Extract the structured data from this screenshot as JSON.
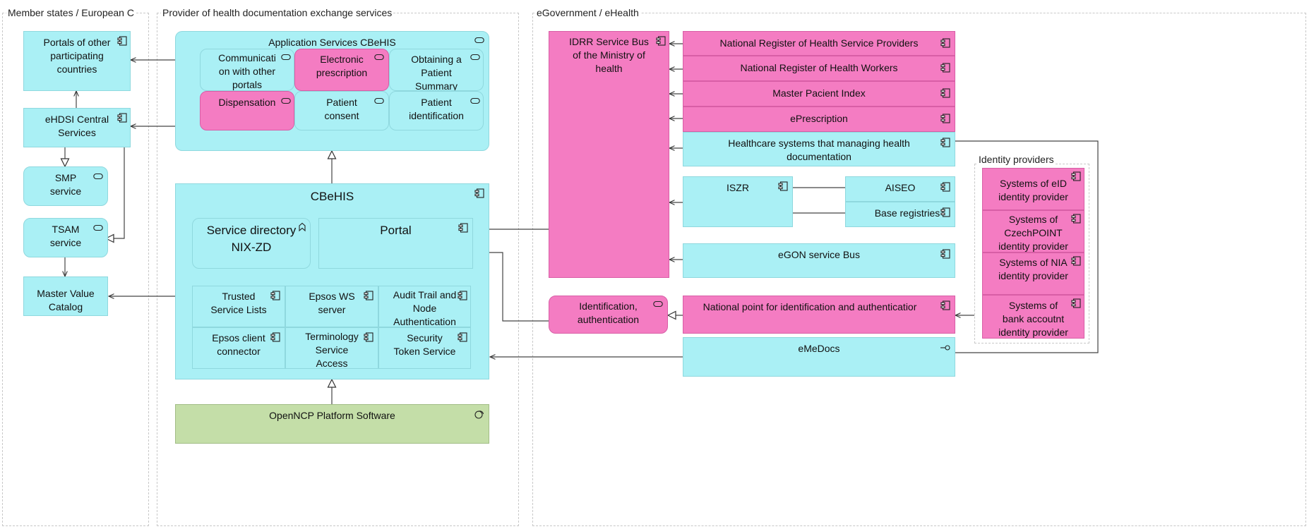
{
  "groups": {
    "member_states": "Member states / European C",
    "provider": "Provider of health documentation exchange services",
    "egov": "eGovernment / eHealth",
    "identity_providers": "Identity providers"
  },
  "member": {
    "portals": "Portals of other\nparticipating\ncountries",
    "ehdsi": "eHDSI Central\nServices",
    "smp": "SMP\nservice",
    "tsam": "TSAM\nservice",
    "mvc": "Master Value\nCatalog"
  },
  "app_services": {
    "title": "Application Services CBeHIS",
    "communication": "Communicati\non with other\nportals",
    "eprescription": "Electronic\nprescription",
    "patient_summary": "Obtaining a\nPatient\nSummary",
    "dispensation": "Dispensation",
    "patient_consent": "Patient\nconsent",
    "patient_identification": "Patient\nidentification"
  },
  "cbehis": {
    "title": "CBeHIS",
    "service_directory": "Service directory\nNIX-ZD",
    "portal": "Portal",
    "trusted": "Trusted\nService Lists",
    "epsos_ws": "Epsos WS\nserver",
    "audit": "Audit Trail and\nNode\nAuthentication",
    "epsos_client": "Epsos client\nconnector",
    "terminology": "Terminology\nService\nAccess",
    "security": "Security\nToken Service"
  },
  "openncp": "OpenNCP Platform Software",
  "egov": {
    "idrr": "IDRR Service Bus\nof the Ministry of\nhealth",
    "nrhsp": "National Register of Health Service Providers",
    "nrhw": "National Register of Health Workers",
    "mpi": "Master Pacient Index",
    "eprescription": "ePrescription",
    "healthcare": "Healthcare systems that managing health\ndocumentation",
    "iszr": "ISZR",
    "aiseo": "AISEO",
    "base_registries": "Base registries",
    "egon": "eGON service Bus",
    "identification": "Identification,\nauthentication",
    "national_point": "National point for identification and authenticatior",
    "emedocs": "eMeDocs"
  },
  "identity": {
    "eid": "Systems of eID\nidentity provider",
    "czechpoint": "Systems of\nCzechPOINT\nidentity provider",
    "nia": "Systems of NIA\nidentity provider",
    "bank": "Systems of\nbank accoutnt\nidentity provider"
  },
  "colors": {
    "application": "#aaf0f5",
    "highlight": "#f47cc2",
    "technology": "#c4dea8"
  },
  "icons": {
    "component": "component-icon",
    "service": "service-icon",
    "interface": "interface-icon",
    "function": "function-icon",
    "system_software": "system-software-icon"
  }
}
